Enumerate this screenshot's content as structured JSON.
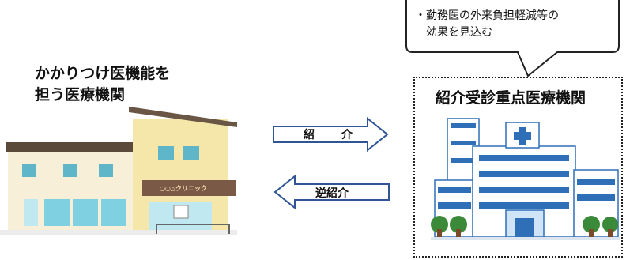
{
  "left": {
    "title_line1": "かかりつけ医機能を",
    "title_line2": "担う医療機関",
    "clinic_sign": "○○△クリニック"
  },
  "right": {
    "title": "紹介受診重点医療機関"
  },
  "callout": {
    "line1": "・勤務医の外来負担軽減等の",
    "line2": "　効果を見込む"
  },
  "arrows": {
    "referral": "紹　介",
    "reverse_referral": "逆紹介"
  },
  "colors": {
    "arrow_border": "#2f5597",
    "clinic_wall": "#f4e7a9",
    "hospital_blue": "#2f6fb8"
  }
}
